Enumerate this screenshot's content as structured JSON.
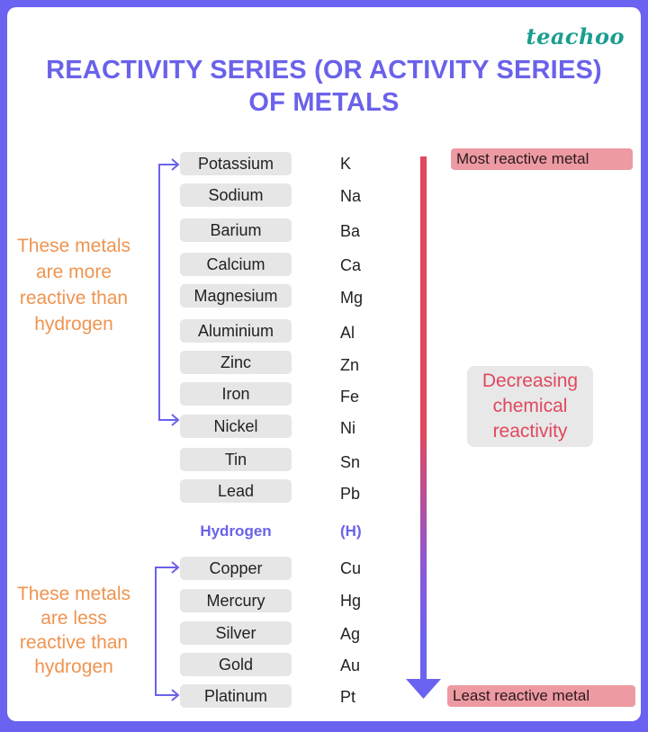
{
  "brand": "teachoo",
  "title": {
    "line1": "REACTIVITY SERIES  (OR ACTIVITY SERIES)",
    "line2": "OF METALS"
  },
  "colors": {
    "frame": "#6a62f0",
    "title": "#6a62ea",
    "brand": "#1a9e8f",
    "group_label": "#ef9450",
    "metal_box": "#e6e6e6",
    "tag_bg": "#ed9aa3",
    "arrow_top": "#e0485e",
    "arrow_bottom": "#6a62f0",
    "decreasing_text": "#e0485e"
  },
  "metals": [
    {
      "name": "Potassium",
      "symbol": "K"
    },
    {
      "name": "Sodium",
      "symbol": "Na"
    },
    {
      "name": "Barium",
      "symbol": "Ba"
    },
    {
      "name": "Calcium",
      "symbol": "Ca"
    },
    {
      "name": "Magnesium",
      "symbol": "Mg"
    },
    {
      "name": "Aluminium",
      "symbol": "Al"
    },
    {
      "name": "Zinc",
      "symbol": "Zn"
    },
    {
      "name": "Iron",
      "symbol": "Fe"
    },
    {
      "name": "Nickel",
      "symbol": "Ni"
    },
    {
      "name": "Tin",
      "symbol": "Sn"
    },
    {
      "name": "Lead",
      "symbol": "Pb"
    },
    {
      "name": "Copper",
      "symbol": "Cu"
    },
    {
      "name": "Mercury",
      "symbol": "Hg"
    },
    {
      "name": "Silver",
      "symbol": "Ag"
    },
    {
      "name": "Gold",
      "symbol": "Au"
    },
    {
      "name": "Platinum",
      "symbol": "Pt"
    }
  ],
  "hydrogen": {
    "name": "Hydrogen",
    "symbol": "(H)"
  },
  "groups": {
    "more": {
      "line1": "These metals",
      "line2": "are more",
      "line3": "reactive than",
      "line4": "hydrogen"
    },
    "less": {
      "line1": "These metals",
      "line2": "are less",
      "line3": "reactive than",
      "line4": "hydrogen"
    }
  },
  "tags": {
    "most": "Most reactive metal",
    "least": "Least reactive metal"
  },
  "trend": {
    "line1": "Decreasing",
    "line2": "chemical",
    "line3": "reactivity"
  }
}
